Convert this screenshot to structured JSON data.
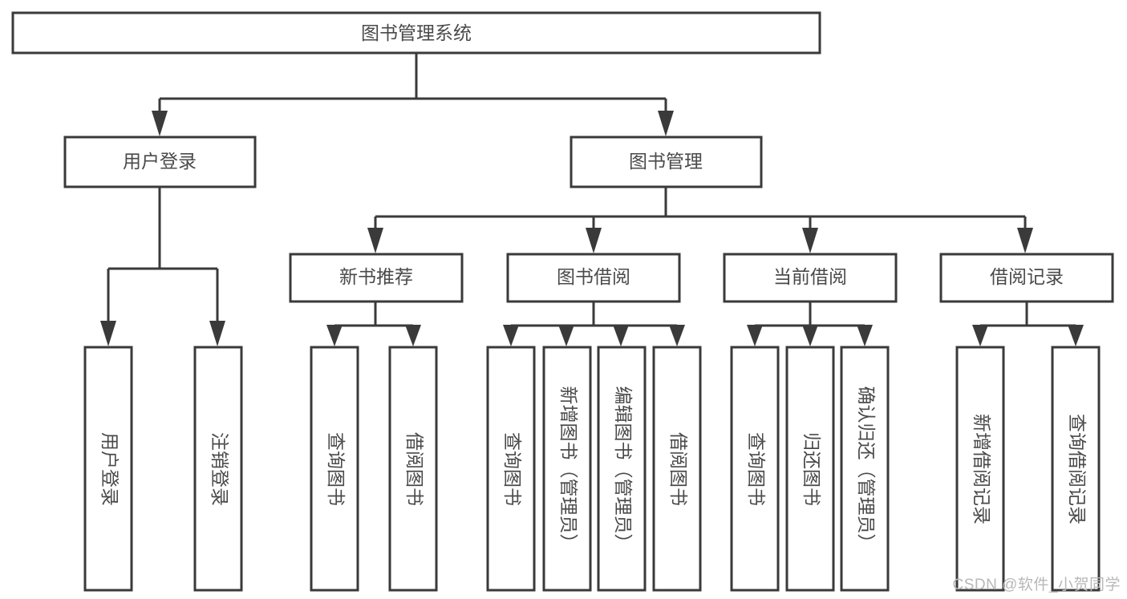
{
  "diagram": {
    "title": "图书管理系统",
    "type": "hierarchy-tree",
    "root": {
      "id": "root",
      "label": "图书管理系统",
      "orientation": "horizontal"
    },
    "level2": [
      {
        "id": "user-login",
        "label": "用户登录",
        "orientation": "horizontal"
      },
      {
        "id": "book-management",
        "label": "图书管理",
        "orientation": "horizontal"
      }
    ],
    "level3": [
      {
        "id": "new-book-recommend",
        "label": "新书推荐",
        "orientation": "horizontal",
        "parent": "book-management"
      },
      {
        "id": "book-borrow",
        "label": "图书借阅",
        "orientation": "horizontal",
        "parent": "book-management"
      },
      {
        "id": "current-borrow",
        "label": "当前借阅",
        "orientation": "horizontal",
        "parent": "book-management"
      },
      {
        "id": "borrow-record",
        "label": "借阅记录",
        "orientation": "horizontal",
        "parent": "book-management"
      }
    ],
    "leaves": [
      {
        "id": "leaf-user-login",
        "label": "用户登录",
        "orientation": "vertical",
        "parent": "user-login"
      },
      {
        "id": "leaf-logout",
        "label": "注销登录",
        "orientation": "vertical",
        "parent": "user-login"
      },
      {
        "id": "leaf-query-book-1",
        "label": "查询图书",
        "orientation": "vertical",
        "parent": "new-book-recommend"
      },
      {
        "id": "leaf-borrow-book-1",
        "label": "借阅图书",
        "orientation": "vertical",
        "parent": "new-book-recommend"
      },
      {
        "id": "leaf-query-book-2",
        "label": "查询图书",
        "orientation": "vertical",
        "parent": "book-borrow"
      },
      {
        "id": "leaf-add-book",
        "label": "新增图书（管理员）",
        "orientation": "vertical",
        "parent": "book-borrow"
      },
      {
        "id": "leaf-edit-book",
        "label": "编辑图书（管理员）",
        "orientation": "vertical",
        "parent": "book-borrow"
      },
      {
        "id": "leaf-borrow-book-2",
        "label": "借阅图书",
        "orientation": "vertical",
        "parent": "book-borrow"
      },
      {
        "id": "leaf-query-book-3",
        "label": "查询图书",
        "orientation": "vertical",
        "parent": "current-borrow"
      },
      {
        "id": "leaf-return-book",
        "label": "归还图书",
        "orientation": "vertical",
        "parent": "current-borrow"
      },
      {
        "id": "leaf-confirm-return",
        "label": "确认归还（管理员）",
        "orientation": "vertical",
        "parent": "current-borrow"
      },
      {
        "id": "leaf-add-record",
        "label": "新增借阅记录",
        "orientation": "vertical",
        "parent": "borrow-record"
      },
      {
        "id": "leaf-query-record",
        "label": "查询借阅记录",
        "orientation": "vertical",
        "parent": "borrow-record"
      }
    ],
    "colors": {
      "stroke": "#3a3a3a",
      "fill": "#ffffff",
      "text": "#4a4a4a",
      "background": "#ffffff",
      "watermark": "#b8b8b8"
    }
  },
  "watermark": {
    "text": "CSDN @软件_小贺同学"
  }
}
